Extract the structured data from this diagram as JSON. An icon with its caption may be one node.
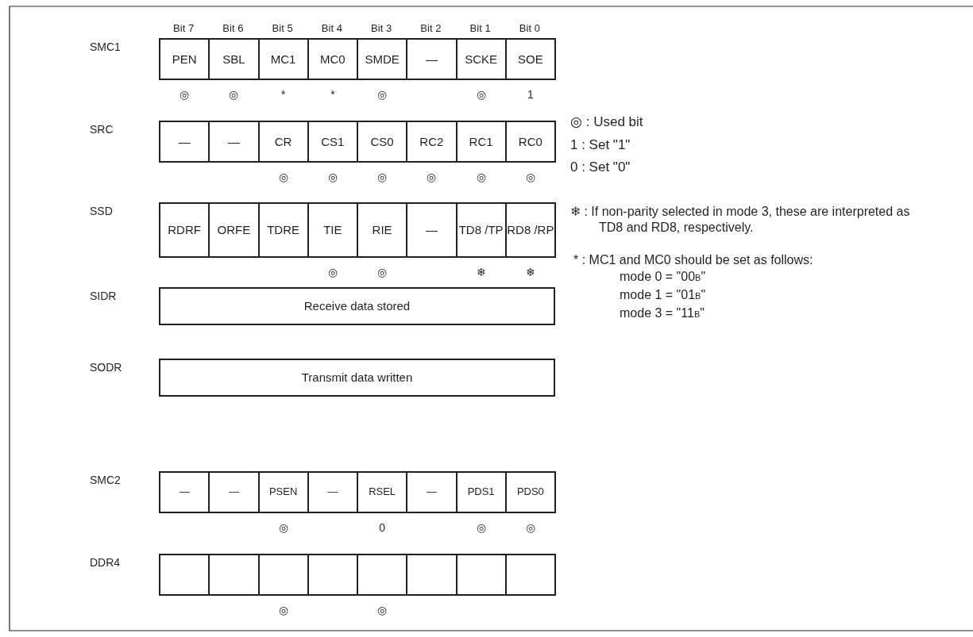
{
  "diagram": {
    "nodes": [
      {
        "text": [
          "SMC1"
        ]
      },
      {
        "text": [
          "PEN"
        ],
        "in": 0,
        "beside": [
          "◎"
        ]
      },
      {
        "text": [
          "SBL"
        ],
        "in": 0,
        "beside": [
          "◎"
        ]
      },
      {
        "text": [
          "MC1"
        ],
        "in": 0,
        "beside": [
          "*"
        ]
      },
      {
        "text": [
          "MC0"
        ],
        "in": 0,
        "beside": [
          "*"
        ]
      },
      {
        "text": [
          "SMDE"
        ],
        "in": 0,
        "beside": [
          "◎"
        ]
      },
      {
        "text": [
          "—"
        ],
        "in": 0
      },
      {
        "text": [
          "SCKE"
        ],
        "in": 0,
        "beside": [
          "◎"
        ]
      },
      {
        "text": [
          "SOE"
        ],
        "in": 0,
        "beside": [
          "1"
        ]
      },
      {
        "text": [
          "SRC"
        ]
      },
      {
        "text": [
          "—"
        ],
        "in": 9
      },
      {
        "text": [
          "—"
        ],
        "in": 9
      },
      {
        "text": [
          "CR"
        ],
        "in": 9,
        "beside": [
          "◎"
        ]
      },
      {
        "text": [
          "CS1"
        ],
        "in": 9,
        "beside": [
          "◎"
        ]
      },
      {
        "text": [
          "CS0"
        ],
        "in": 9,
        "beside": [
          "◎"
        ]
      },
      {
        "text": [
          "RC2"
        ],
        "in": 9,
        "beside": [
          "◎"
        ]
      },
      {
        "text": [
          "RC1"
        ],
        "in": 9,
        "beside": [
          "◎"
        ]
      },
      {
        "text": [
          "RC0"
        ],
        "in": 9,
        "beside": [
          "◎"
        ]
      },
      {
        "text": [
          "SSD"
        ]
      },
      {
        "text": [
          "RDRF"
        ],
        "in": 18
      },
      {
        "text": [
          "ORFE"
        ],
        "in": 18
      },
      {
        "text": [
          "TDRE"
        ],
        "in": 18
      },
      {
        "text": [
          "TIE"
        ],
        "in": 18,
        "beside": [
          "◎"
        ]
      },
      {
        "text": [
          "RIE"
        ],
        "in": 18,
        "beside": [
          "◎"
        ]
      },
      {
        "text": [
          "—"
        ],
        "in": 18
      },
      {
        "text": [
          "TD8 /TP"
        ],
        "in": 18,
        "beside": [
          "❄"
        ]
      },
      {
        "text": [
          "RD8 /RP"
        ],
        "in": 18,
        "beside": [
          "❄"
        ]
      },
      {
        "text": [
          "SIDR",
          "Receive data stored"
        ]
      },
      {
        "text": [
          "SODR",
          "Transmit data written"
        ]
      },
      {
        "text": [
          "SMC2"
        ]
      },
      {
        "text": [
          "—"
        ],
        "in": 29
      },
      {
        "text": [
          "—"
        ],
        "in": 29
      },
      {
        "text": [
          "PSEN"
        ],
        "in": 29,
        "beside": [
          "◎"
        ]
      },
      {
        "text": [
          "—"
        ],
        "in": 29
      },
      {
        "text": [
          "RSEL"
        ],
        "in": 29,
        "beside": [
          "0"
        ]
      },
      {
        "text": [
          "—"
        ],
        "in": 29
      },
      {
        "text": [
          "PDS1"
        ],
        "in": 29,
        "beside": [
          "◎"
        ]
      },
      {
        "text": [
          "PDS0"
        ],
        "in": 29,
        "beside": [
          "◎"
        ]
      },
      {
        "text": [
          "DDR4"
        ]
      },
      {
        "text": [],
        "shape": "box",
        "in": 38
      },
      {
        "text": [],
        "shape": "box",
        "in": 38
      },
      {
        "text": [],
        "shape": "box",
        "in": 38,
        "beside": [
          "◎"
        ]
      },
      {
        "text": [],
        "shape": "box",
        "in": 38
      },
      {
        "text": [],
        "shape": "box",
        "in": 38,
        "beside": [
          "◎"
        ]
      },
      {
        "text": [],
        "shape": "box",
        "in": 38
      },
      {
        "text": [],
        "shape": "box",
        "in": 38
      },
      {
        "text": [],
        "shape": "box",
        "in": 38
      }
    ],
    "labels": [
      "Bit 7",
      "Bit 6",
      "Bit 5",
      "Bit 4",
      "Bit 3",
      "Bit 2",
      "Bit 1",
      "Bit 0",
      "◎ : Used bit",
      "1  : Set \"1\"",
      "0  : Set \"0\"",
      "❄ :  If non-parity selected in mode 3, these are interpreted as TD8 and RD8, respectively.",
      "*  :  MC1 and MC0 should be set as follows:",
      "mode 0 = \"00$_{B}$\"",
      "mode 1 = \"01$_{B}$\"",
      "mode 3 = \"11$_{B}$\""
    ]
  }
}
